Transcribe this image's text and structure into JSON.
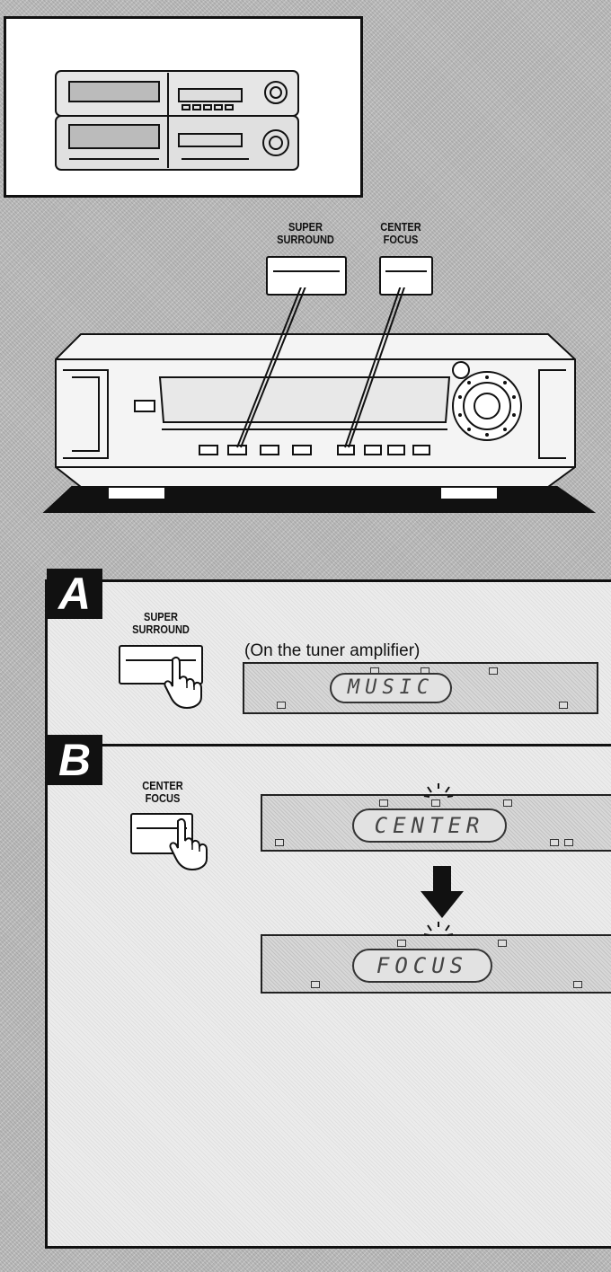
{
  "top_illustration": {
    "super_surround_label": "SUPER\nSURROUND",
    "center_focus_label": "CENTER\nFOCUS"
  },
  "section_a": {
    "letter": "A",
    "button_label": "SUPER\nSURROUND",
    "caption": "(On the tuner amplifier)",
    "display_text": "MUSIC"
  },
  "section_b": {
    "letter": "B",
    "button_label": "CENTER\nFOCUS",
    "display_text_1": "CENTER",
    "display_text_2": "FOCUS"
  }
}
